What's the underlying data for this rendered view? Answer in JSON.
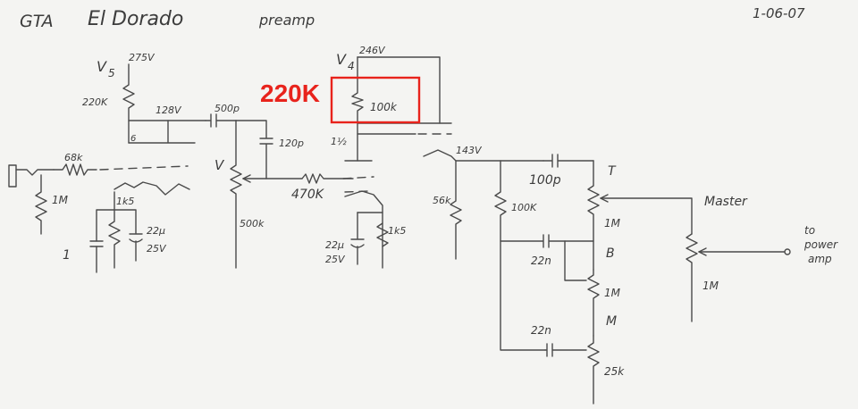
{
  "header": {
    "title_part1": "GTA",
    "title_part2": "El Dorado",
    "title_part3": "preamp",
    "date": "1-06-07"
  },
  "colors": {
    "ink": "#3c3c3c",
    "highlight": "#e8231c",
    "paper": "#f4f4f2"
  },
  "annotation": {
    "value": "220K"
  },
  "labels": {
    "v5": "V",
    "v5_sub": "5",
    "v5_voltage": "275V",
    "r_220k": "220K",
    "v_128": "128V",
    "pin6": "6",
    "cap_500p": "500p",
    "cap_120p": "120p",
    "v_vol": "V",
    "pot_500k": "500k",
    "r_470k": "470K",
    "r_68k": "68k",
    "r_1m_in": "1M",
    "r_1k5_a": "1k5",
    "cap_22u_a": "22µ",
    "v_25_a": "25V",
    "cap_1": "1",
    "v4": "V",
    "v4_sub": "4",
    "v4_voltage": "246V",
    "r_100k_plate": "100k",
    "half_tube": "1½",
    "cap_22u_b": "22µ",
    "v_25_b": "25V",
    "r_1k5_b": "1k5",
    "v_143": "143V",
    "r_56k": "56k",
    "r_100k_tone": "100K",
    "cap_100p": "100p",
    "treble": "T",
    "r_1m_t": "1M",
    "bass": "B",
    "cap_22n_a": "22n",
    "r_1m_b": "1M",
    "mid": "M",
    "cap_22n_b": "22n",
    "r_25k": "25k",
    "master": "Master",
    "r_1m_master": "1M",
    "out_line1": "to",
    "out_line2": "power",
    "out_line3": "amp"
  }
}
